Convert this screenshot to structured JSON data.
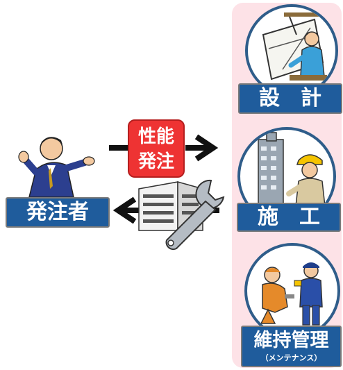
{
  "colors": {
    "panel_bg": "#fde2e7",
    "label_blue": "#1f5c9c",
    "circle_border": "#2f5d8a",
    "badge_red": "#ee3333",
    "arrow_black": "#111111"
  },
  "client": {
    "label": "発注者",
    "icon": "businessman-icon"
  },
  "order_badge": {
    "line1": "性能",
    "line2": "発注"
  },
  "return_icons": {
    "building": "building-icon",
    "wrench": "wrench-icon"
  },
  "roles": {
    "design": {
      "label": "設　計",
      "icon": "drafter-icon"
    },
    "construction": {
      "label": "施　工",
      "icon": "construction-worker-icon"
    },
    "maintenance": {
      "label": "維持管理",
      "sublabel": "（メンテナンス）",
      "icon": "maintenance-workers-icon"
    }
  }
}
